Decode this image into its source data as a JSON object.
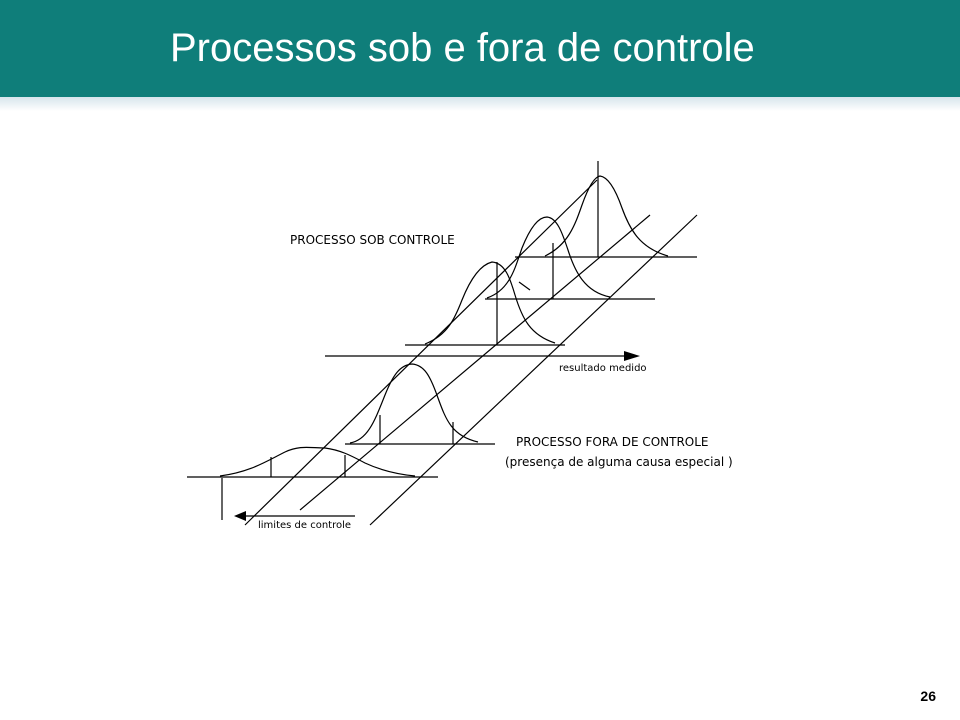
{
  "slide": {
    "title": "Processos sob e fora de controle",
    "page_number": "26",
    "header_color": "#0f7e7a"
  },
  "diagram": {
    "label_in_control": "PROCESSO SOB CONTROLE",
    "label_out_control_line1": "PROCESSO FORA DE CONTROLE",
    "label_out_control_line2": "(presença de alguma causa especial )",
    "label_measured_result": "resultado medido",
    "label_control_limits": "limites de controle"
  }
}
